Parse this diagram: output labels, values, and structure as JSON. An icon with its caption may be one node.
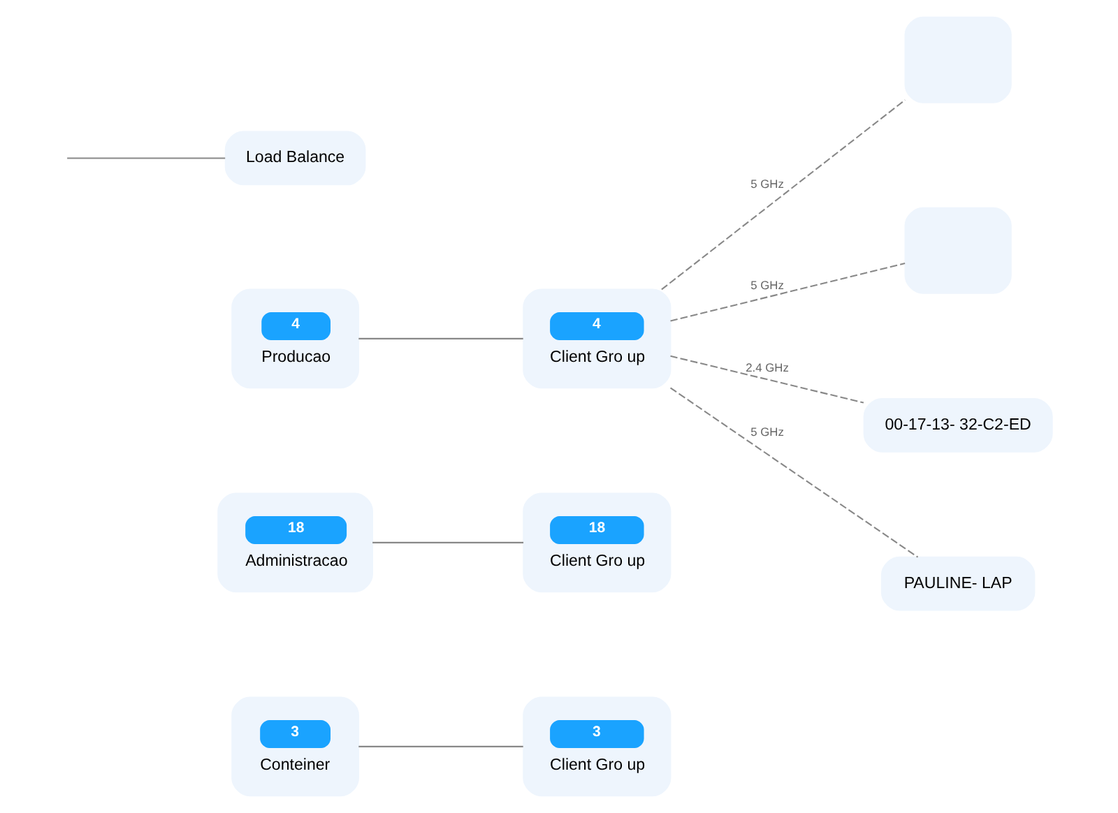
{
  "diagram": {
    "nodes": [
      {
        "text": [
          "Load Balance"
        ]
      },
      {
        "text": [
          "4",
          "Producao"
        ]
      },
      {
        "text": [
          "18",
          "Administracao"
        ]
      },
      {
        "text": [
          "3",
          "Conteiner"
        ]
      },
      {
        "text": [
          "4",
          "Client Gro up"
        ]
      },
      {
        "text": [
          "18",
          "Client Gro up"
        ]
      },
      {
        "text": [
          "3",
          "Client Gro up"
        ]
      },
      {
        "text": [],
        "shape": "box"
      },
      {
        "text": [],
        "shape": "box"
      },
      {
        "text": [
          "00-17-13- 32-C2-ED"
        ]
      },
      {
        "text": [
          "PAULINE- LAP"
        ]
      }
    ],
    "edges": [
      {
        "from": null,
        "to": 0,
        "arrow": "none"
      },
      {
        "from": 1,
        "to": 4,
        "arrow": "none"
      },
      {
        "from": 2,
        "to": 5,
        "arrow": "none"
      },
      {
        "from": 3,
        "to": 6,
        "arrow": "none"
      },
      {
        "from": 4,
        "to": 7,
        "arrow": "none",
        "label": "5 GHz",
        "style": "dashed"
      },
      {
        "from": 4,
        "to": 8,
        "arrow": "none",
        "label": "5 GHz",
        "style": "dashed"
      },
      {
        "from": 4,
        "to": 9,
        "arrow": "none",
        "label": "2.4 GHz",
        "style": "dashed"
      },
      {
        "from": 4,
        "to": 10,
        "arrow": "none",
        "label": "5 GHz",
        "style": "dashed"
      }
    ]
  }
}
